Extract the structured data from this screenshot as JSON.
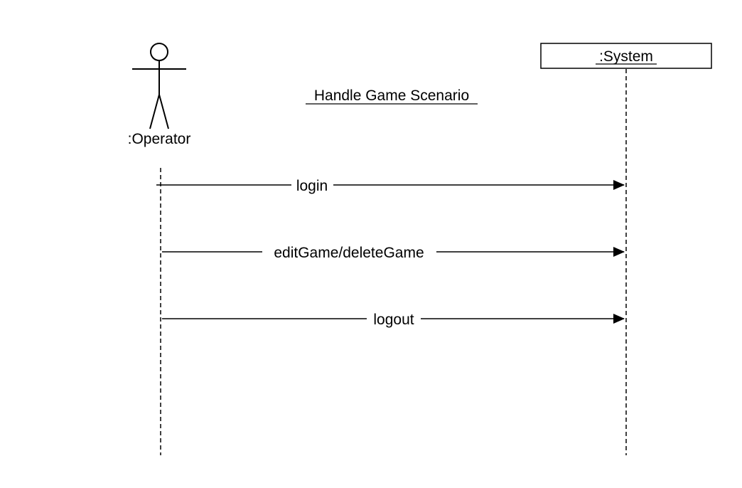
{
  "diagram": {
    "title": "Handle Game Scenario",
    "actor": {
      "label": ":Operator"
    },
    "object": {
      "label": ":System"
    },
    "messages": [
      {
        "label": "login"
      },
      {
        "label": "editGame/deleteGame"
      },
      {
        "label": "logout"
      }
    ],
    "colors": {
      "line": "#000000",
      "background": "#ffffff"
    }
  }
}
